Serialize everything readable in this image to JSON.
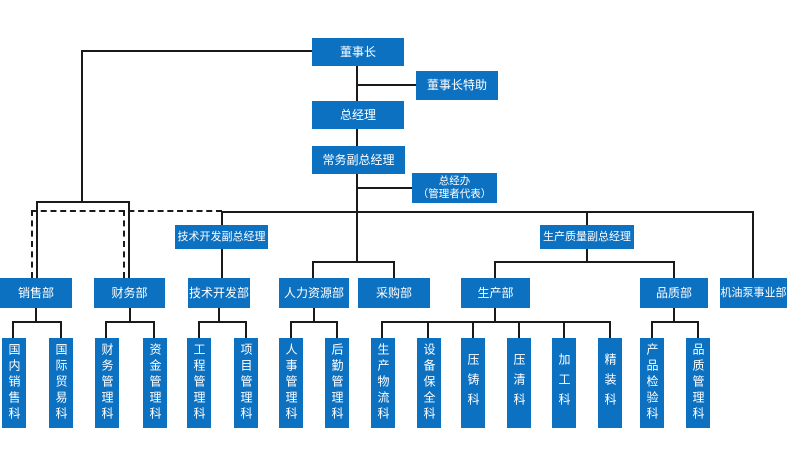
{
  "colors": {
    "node-fill": "#0d71c1",
    "node-text": "#ffffff",
    "connector": "#1a1a1a",
    "background": "#ffffff"
  },
  "org": {
    "chairman": "董事长",
    "chairman_assistant": "董事长特助",
    "general_manager": "总经理",
    "executive_deputy_gm": "常务副总经理",
    "gm_office": {
      "line1": "总经办",
      "line2": "（管理者代表）"
    },
    "tech_deputy_gm": "技术开发副总经理",
    "quality_deputy_gm": "生产质量副总经理",
    "departments": {
      "sales": "销售部",
      "finance": "财务部",
      "tech_dev": "技术开发部",
      "hr": "人力资源部",
      "purchasing": "采购部",
      "production": "生产部",
      "quality": "品质部",
      "oil_pump": "机油泵事业部"
    },
    "sections": {
      "domestic_sales": "国内销售科",
      "intl_trade": "国际贸易科",
      "finance_mgmt": "财务管理科",
      "funds_mgmt": "资金管理科",
      "engineering_mgmt": "工程管理科",
      "project_mgmt": "项目管理科",
      "personnel_mgmt": "人事管理科",
      "logistics_mgmt": "后勤管理科",
      "production_logistics": "生产物流科",
      "equipment_maintenance": "设备保全科",
      "die_casting": "压铸科",
      "pressure_cleaning": "压清科",
      "machining": "加工科",
      "finishing": "精装科",
      "product_inspection": "产品检验科",
      "quality_mgmt": "品质管理科"
    }
  }
}
